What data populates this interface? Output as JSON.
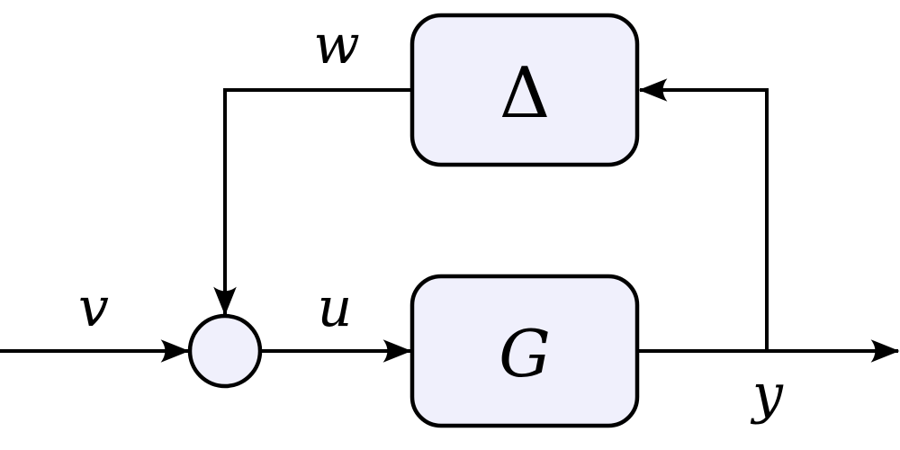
{
  "diagram": {
    "type": "block-diagram",
    "description": "Feedback interconnection of G and Delta",
    "colors": {
      "block_fill": "#f0f0fc",
      "stroke": "#000000"
    },
    "blocks": [
      {
        "id": "delta",
        "label": "Δ"
      },
      {
        "id": "G",
        "label": "G"
      }
    ],
    "junctions": [
      {
        "id": "sum"
      }
    ],
    "signals": [
      {
        "id": "v",
        "label": "v",
        "from": "input",
        "to": "sum"
      },
      {
        "id": "u",
        "label": "u",
        "from": "sum",
        "to": "G"
      },
      {
        "id": "y",
        "label": "y",
        "from": "G",
        "to": "output"
      },
      {
        "id": "y_feedback",
        "label": "",
        "from": "y",
        "to": "delta"
      },
      {
        "id": "w",
        "label": "w",
        "from": "delta",
        "to": "sum"
      }
    ]
  }
}
